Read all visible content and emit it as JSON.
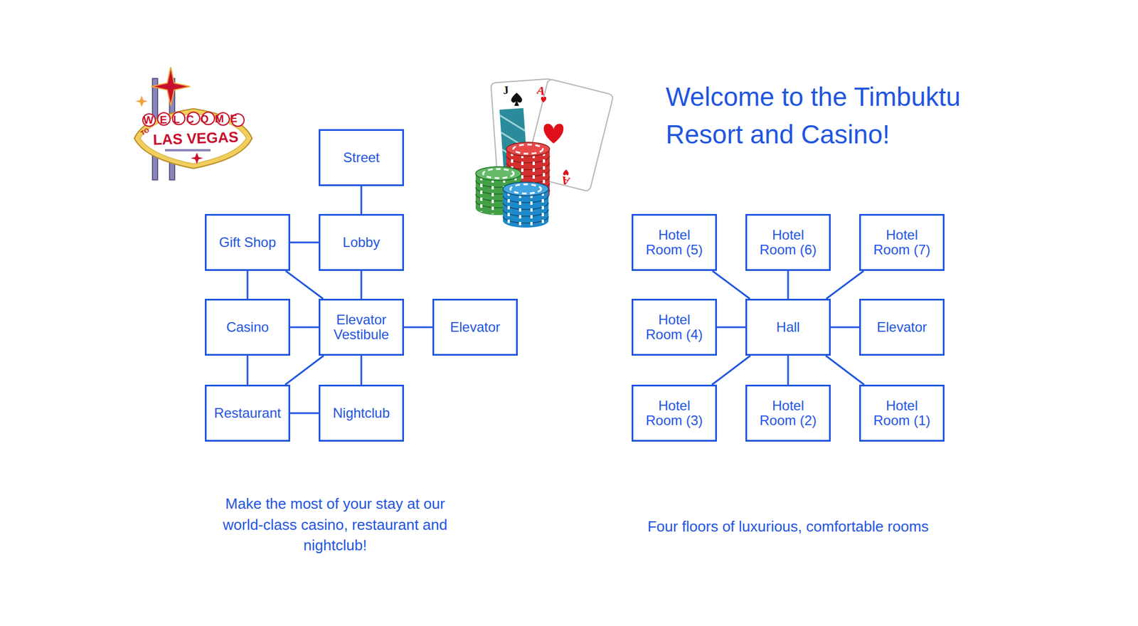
{
  "diagram": {
    "title": "Welcome to the Timbuktu Resort and Casino!",
    "nodes": [
      {
        "text": [
          "Street"
        ]
      },
      {
        "text": [
          "Gift Shop"
        ]
      },
      {
        "text": [
          "Lobby"
        ]
      },
      {
        "text": [
          "Casino"
        ]
      },
      {
        "text": [
          "Elevator Vestibule"
        ]
      },
      {
        "text": [
          "Elevator"
        ]
      },
      {
        "text": [
          "Restaurant"
        ]
      },
      {
        "text": [
          "Nightclub"
        ]
      },
      {
        "text": [
          "Hotel Room (5)"
        ]
      },
      {
        "text": [
          "Hotel Room (6)"
        ]
      },
      {
        "text": [
          "Hotel Room (7)"
        ]
      },
      {
        "text": [
          "Hotel Room (4)"
        ]
      },
      {
        "text": [
          "Hall"
        ]
      },
      {
        "text": [
          "Elevator"
        ]
      },
      {
        "text": [
          "Hotel Room (3)"
        ]
      },
      {
        "text": [
          "Hotel Room (2)"
        ]
      },
      {
        "text": [
          "Hotel Room (1)"
        ]
      }
    ],
    "edges": [
      {
        "from": 0,
        "to": 2,
        "arrow": "none"
      },
      {
        "from": 1,
        "to": 2,
        "arrow": "none"
      },
      {
        "from": 1,
        "to": 3,
        "arrow": "none"
      },
      {
        "from": 1,
        "to": 4,
        "arrow": "none"
      },
      {
        "from": 2,
        "to": 4,
        "arrow": "none"
      },
      {
        "from": 3,
        "to": 4,
        "arrow": "none"
      },
      {
        "from": 4,
        "to": 5,
        "arrow": "none"
      },
      {
        "from": 3,
        "to": 6,
        "arrow": "none"
      },
      {
        "from": 4,
        "to": 6,
        "arrow": "none"
      },
      {
        "from": 4,
        "to": 7,
        "arrow": "none"
      },
      {
        "from": 6,
        "to": 7,
        "arrow": "none"
      },
      {
        "from": 12,
        "to": 8,
        "arrow": "none"
      },
      {
        "from": 12,
        "to": 9,
        "arrow": "none"
      },
      {
        "from": 12,
        "to": 10,
        "arrow": "none"
      },
      {
        "from": 12,
        "to": 11,
        "arrow": "none"
      },
      {
        "from": 12,
        "to": 13,
        "arrow": "none"
      },
      {
        "from": 12,
        "to": 14,
        "arrow": "none"
      },
      {
        "from": 12,
        "to": 15,
        "arrow": "none"
      },
      {
        "from": 12,
        "to": 16,
        "arrow": "none"
      }
    ],
    "labels": [
      "WELCOME",
      "TO",
      "LAS VEGAS",
      "J",
      "A",
      "A",
      "Make the most of your stay at our world-class casino, restaurant and nightclub!",
      "Four floors of luxurious, comfortable rooms"
    ]
  }
}
